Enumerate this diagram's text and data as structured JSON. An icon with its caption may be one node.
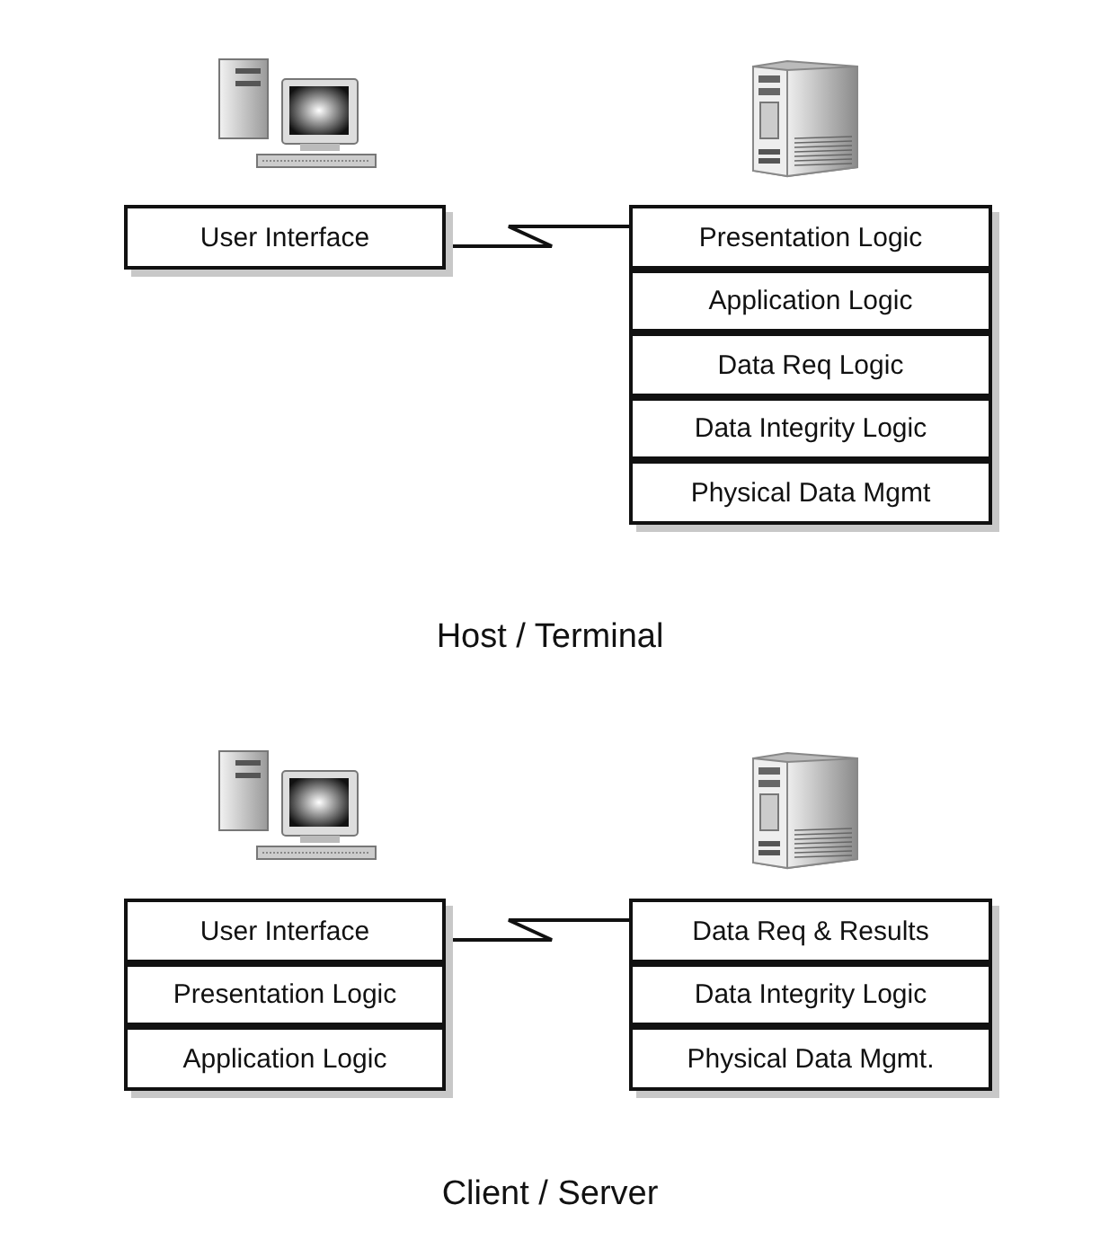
{
  "diagram": {
    "nodes": [
      {
        "text": [
          "User Interface"
        ]
      },
      {
        "text": [
          "Presentation Logic"
        ]
      },
      {
        "text": [
          "Application Logic"
        ]
      },
      {
        "text": [
          "Data Req Logic"
        ]
      },
      {
        "text": [
          "Data Integrity Logic"
        ]
      },
      {
        "text": [
          "Physical Data Mgmt"
        ]
      },
      {
        "text": [
          "User Interface"
        ]
      },
      {
        "text": [
          "Presentation Logic"
        ]
      },
      {
        "text": [
          "Application Logic"
        ]
      },
      {
        "text": [
          "Data Req & Results"
        ]
      },
      {
        "text": [
          "Data Integrity Logic"
        ]
      },
      {
        "text": [
          "Physical Data Mgmt."
        ]
      }
    ],
    "edges": [
      {
        "from": 0,
        "to": 1,
        "arrow": "none"
      },
      {
        "from": 6,
        "to": 9,
        "arrow": "none"
      }
    ],
    "labels": [
      "Host / Terminal",
      "Client / Server"
    ]
  }
}
